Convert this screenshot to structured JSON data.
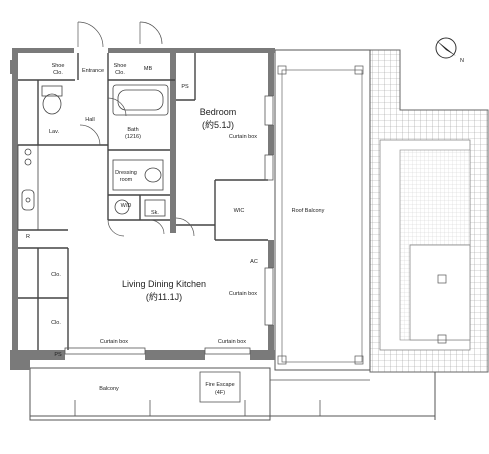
{
  "rooms": {
    "shoe_clo_left": {
      "line1": "Shoe",
      "line2": "Clo."
    },
    "entrance": "Entrance",
    "shoe_clo_right": {
      "line1": "Shoe",
      "line2": "Clo."
    },
    "mb": "MB",
    "ps_top": "PS",
    "bedroom": {
      "name": "Bedroom",
      "size": "(約5.1J)"
    },
    "curtain_box_bedroom": "Curtain box",
    "lav": "Lav.",
    "hall": "Hall",
    "bath": {
      "name": "Bath",
      "size": "(1216)"
    },
    "dressing": {
      "line1": "Dressing",
      "line2": "room"
    },
    "wd": "W/D",
    "sk": "Sk.",
    "wic": "WIC",
    "roof_balcony": "Roof Balcony",
    "r": "R",
    "ac": "AC",
    "clo_upper": "Clo.",
    "clo_lower": "Clo.",
    "ldk": {
      "name": "Living Dining Kitchen",
      "size": "(約11.1J)"
    },
    "curtain_box_ldk_right": "Curtain box",
    "curtain_box_bottom_left": "Curtain box",
    "curtain_box_bottom_right": "Curtain box",
    "ps_bottom": "PS",
    "balcony": "Balcony",
    "fire_escape": {
      "line1": "Fire Escape",
      "line2": "(4F)"
    }
  },
  "compass": {
    "letter": "N",
    "icon": "north-arrow-icon"
  },
  "colors": {
    "wall": "#7a7a7a",
    "line": "#444444",
    "tile": "#999999",
    "background": "#ffffff"
  }
}
